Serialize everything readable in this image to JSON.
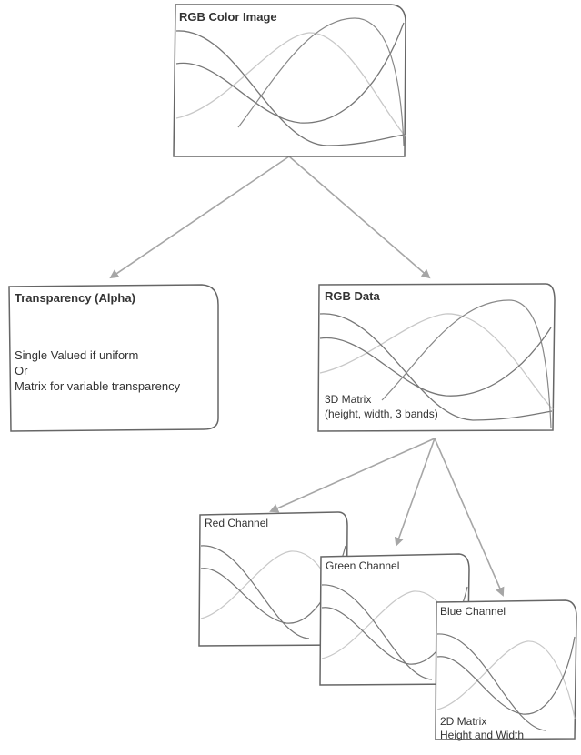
{
  "nodes": {
    "rgb_color_image": {
      "title": "RGB Color Image"
    },
    "transparency": {
      "title": "Transparency (Alpha)",
      "lines": [
        "Single Valued if uniform",
        "Or",
        "Matrix for variable transparency"
      ]
    },
    "rgb_data": {
      "title": "RGB Data",
      "lines": [
        "3D Matrix",
        "(height, width, 3 bands)"
      ]
    },
    "red_channel": {
      "title": "Red Channel"
    },
    "green_channel": {
      "title": "Green Channel"
    },
    "blue_channel": {
      "title": "Blue Channel",
      "lines": [
        "2D Matrix",
        "Height and Width"
      ]
    }
  },
  "colors": {
    "stroke": "#666666",
    "light_curve": "#c8c8c8",
    "arrow": "#a6a6a6",
    "text": "#333333"
  }
}
